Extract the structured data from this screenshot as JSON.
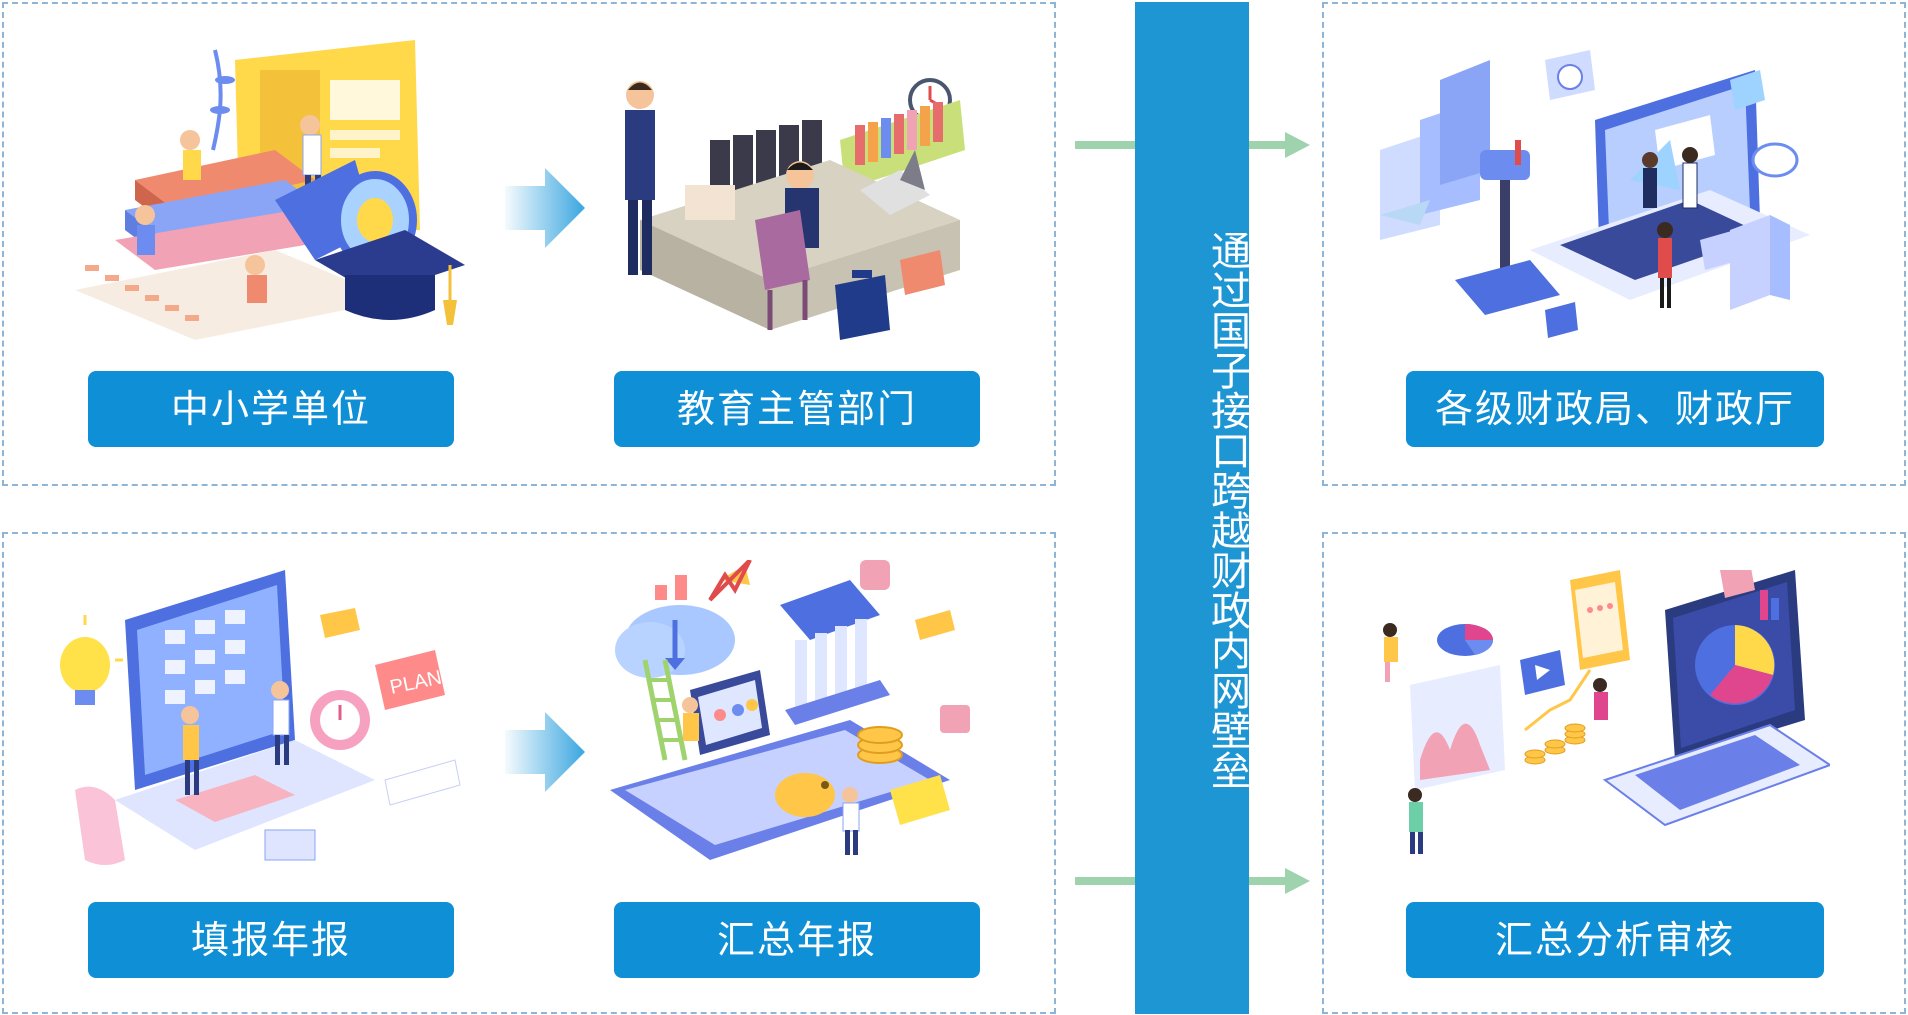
{
  "center_label": "通过国子接口跨越财政内网壁垒",
  "steps": {
    "school": "中小学单位",
    "edu_dept": "教育主管部门",
    "fill_report": "填报年报",
    "summary_report": "汇总年报",
    "finance": "各级财政局、财政厅",
    "analysis": "汇总分析审核"
  },
  "illustration_text": {
    "plan_sign": "PLAN"
  },
  "colors": {
    "label_bg": "#0e8fd6",
    "center_bar": "#1f96d4",
    "panel_border": "#8fb5d6",
    "flow_arrow": "#9fd3ad",
    "step_arrow": "#3aa6e0"
  }
}
